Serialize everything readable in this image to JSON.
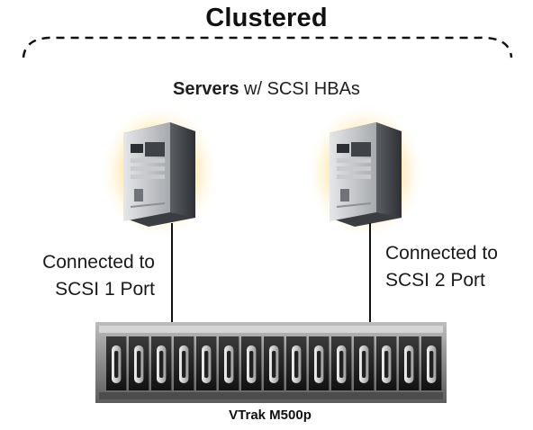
{
  "diagram": {
    "title": "Clustered",
    "servers_label_bold": "Servers",
    "servers_label_rest": " w/ SCSI HBAs",
    "left_port": {
      "line1": "Connected to",
      "line2": "SCSI 1 Port"
    },
    "right_port": {
      "line1": "Connected to",
      "line2": "SCSI 2 Port"
    },
    "storage_label": "VTrak M500p",
    "colors": {
      "glow": "#ffcc33",
      "server_body": "#b9bcc0",
      "storage_body": "#8a8a8a",
      "line": "#111111"
    },
    "icons": [
      "server-tower-icon",
      "server-tower-icon",
      "raid-storage-icon"
    ]
  }
}
